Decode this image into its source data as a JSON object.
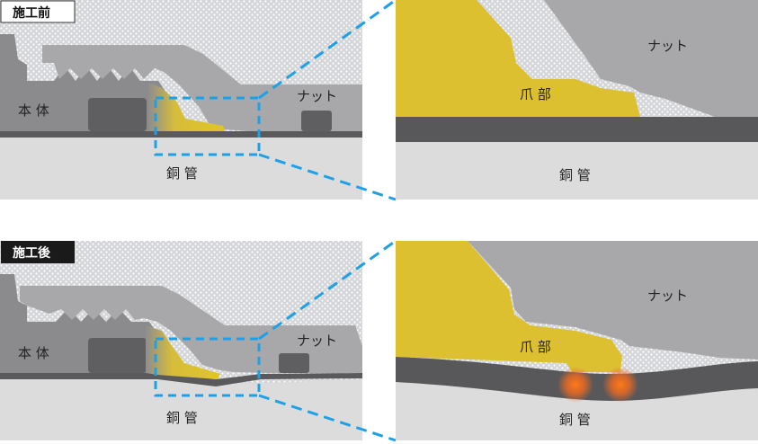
{
  "before": {
    "tag": "施工前",
    "body_label": "本 体",
    "nut_label": "ナット",
    "pipe_label": "銅 管",
    "zoom_nut_label": "ナット",
    "zoom_claw_label": "爪 部",
    "zoom_pipe_label": "銅 管"
  },
  "after": {
    "tag": "施工後",
    "body_label": "本 体",
    "nut_label": "ナット",
    "pipe_label": "銅 管",
    "zoom_nut_label": "ナット",
    "zoom_claw_label": "爪 部",
    "zoom_pipe_label": "銅 管"
  },
  "colors": {
    "highlight": "#1ea0e6",
    "claw": "#d9bf2e",
    "glow": "#f26a1b"
  }
}
